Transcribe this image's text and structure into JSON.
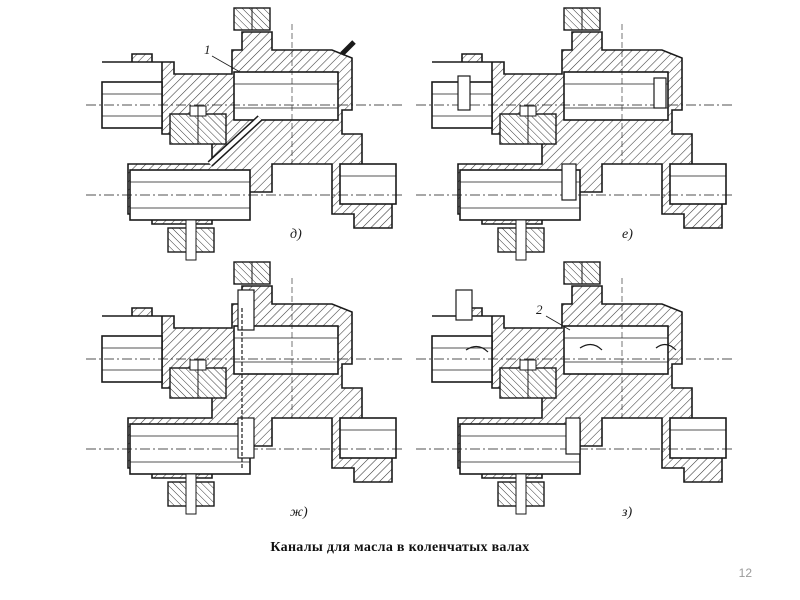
{
  "caption": "Каналы для масла в коленчатых валах",
  "slide_number": "12",
  "panels": [
    {
      "id": "d",
      "label": "д)",
      "callout": "1"
    },
    {
      "id": "e",
      "label": "е)",
      "callout": ""
    },
    {
      "id": "zh",
      "label": "ж)",
      "callout": ""
    },
    {
      "id": "z",
      "label": "з)",
      "callout": "2"
    }
  ],
  "colors": {
    "ink": "#1a1a1a",
    "paper": "#ffffff",
    "hatch": "#3a3a3a"
  }
}
